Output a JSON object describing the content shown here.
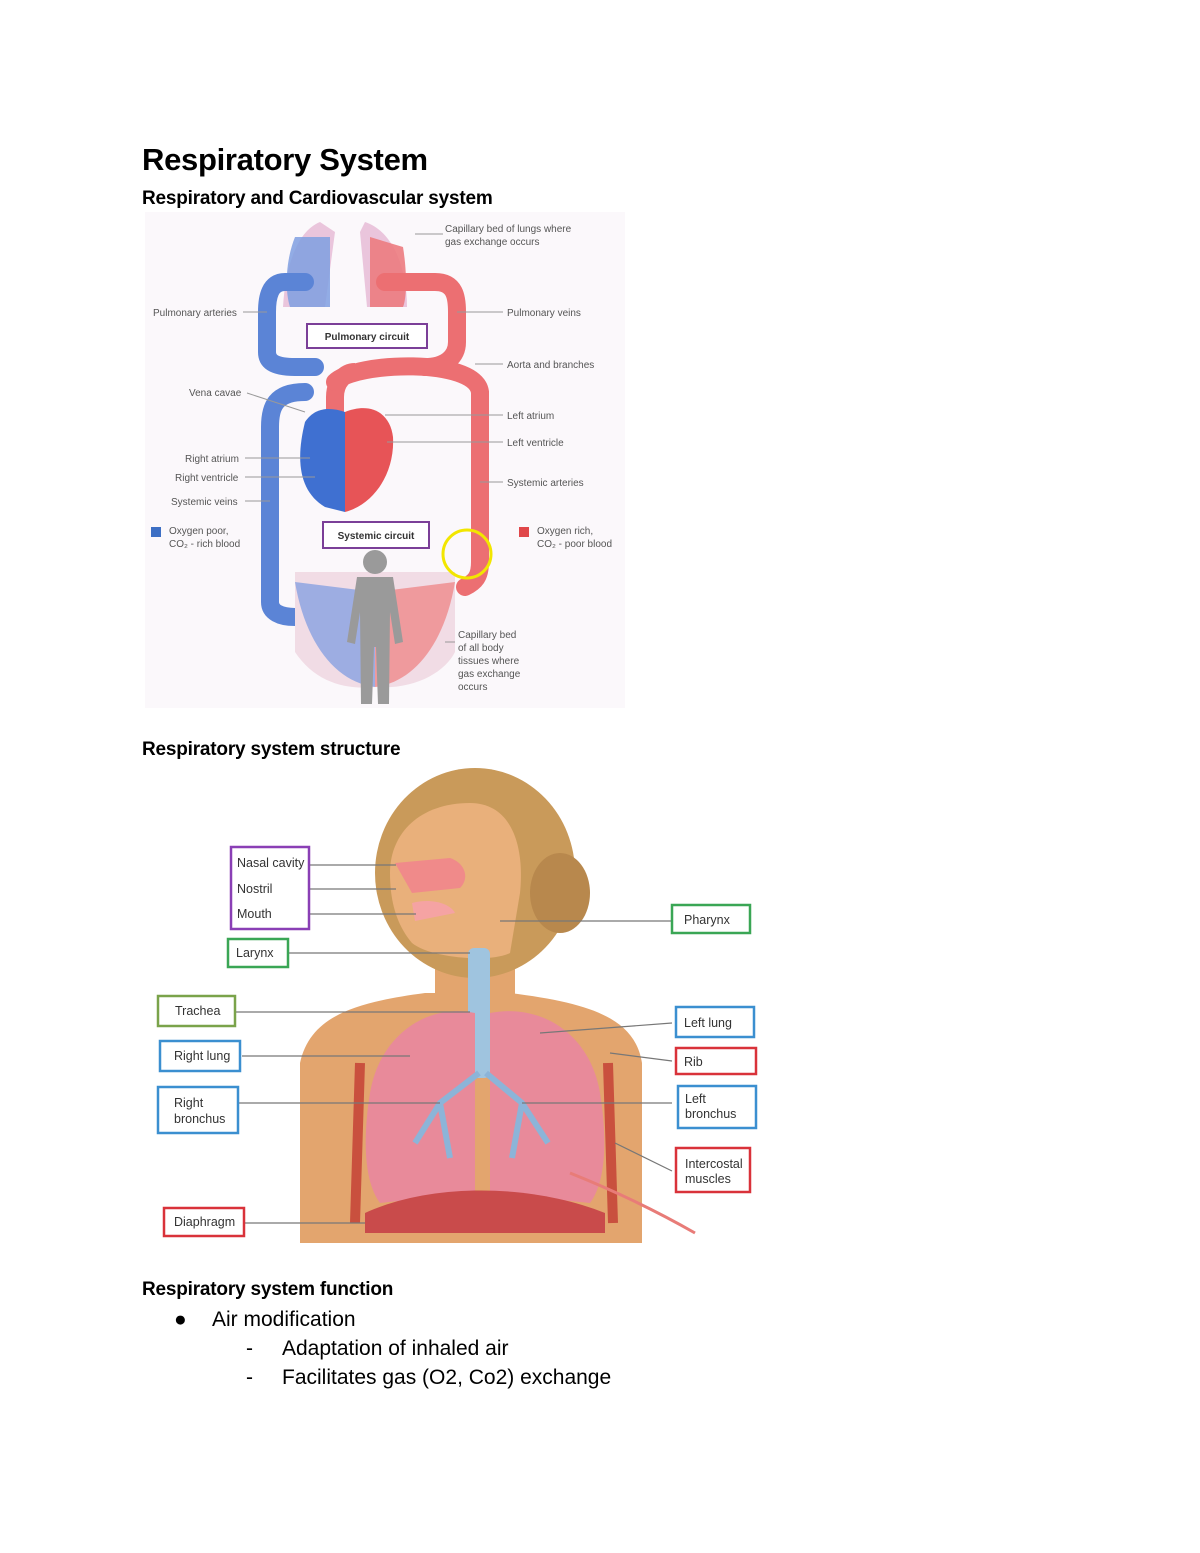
{
  "title": "Respiratory System",
  "sections": {
    "cardio_heading": "Respiratory and Cardiovascular system",
    "structure_heading": "Respiratory system structure",
    "function_heading": "Respiratory system function"
  },
  "circulation_figure": {
    "labels": {
      "capillary_lungs_1": "Capillary bed of lungs where",
      "capillary_lungs_2": "gas exchange occurs",
      "pulmonary_arteries": "Pulmonary arteries",
      "pulmonary_veins": "Pulmonary veins",
      "pulmonary_circuit": "Pulmonary circuit",
      "aorta": "Aorta and branches",
      "vena_cavae": "Vena cavae",
      "left_atrium": "Left atrium",
      "left_ventricle": "Left ventricle",
      "right_atrium": "Right atrium",
      "right_ventricle": "Right ventricle",
      "systemic_arteries": "Systemic arteries",
      "systemic_veins": "Systemic veins",
      "systemic_circuit": "Systemic circuit",
      "oxygen_poor_1": "Oxygen poor,",
      "oxygen_poor_2": "CO₂ - rich blood",
      "oxygen_rich_1": "Oxygen rich,",
      "oxygen_rich_2": "CO₂ - poor blood",
      "capillary_body_1": "Capillary bed",
      "capillary_body_2": "of all body",
      "capillary_body_3": "tissues where",
      "capillary_body_4": "gas exchange",
      "capillary_body_5": "occurs"
    },
    "colors": {
      "oxygen_poor": "#3d6fc4",
      "oxygen_rich": "#e0474a",
      "circuit_box": "#7b3f98",
      "highlight": "#f2e600"
    }
  },
  "anatomy_figure": {
    "labels": {
      "nasal_cavity": "Nasal cavity",
      "nostril": "Nostril",
      "mouth": "Mouth",
      "larynx": "Larynx",
      "pharynx": "Pharynx",
      "trachea": "Trachea",
      "right_lung": "Right lung",
      "right_bronchus_1": "Right",
      "right_bronchus_2": "bronchus",
      "diaphragm": "Diaphragm",
      "left_lung": "Left lung",
      "rib": "Rib",
      "left_bronchus_1": "Left",
      "left_bronchus_2": "bronchus",
      "intercostal_1": "Intercostal",
      "intercostal_2": "muscles"
    },
    "colors": {
      "purple": "#8a3fb5",
      "green": "#3aa655",
      "olive": "#7aa34a",
      "blue": "#3b8fd0",
      "red": "#d9323a"
    }
  },
  "function_list": {
    "item1": "Air modification",
    "sub1": "Adaptation of inhaled air",
    "sub2": "Facilitates gas (O2, Co2) exchange"
  }
}
